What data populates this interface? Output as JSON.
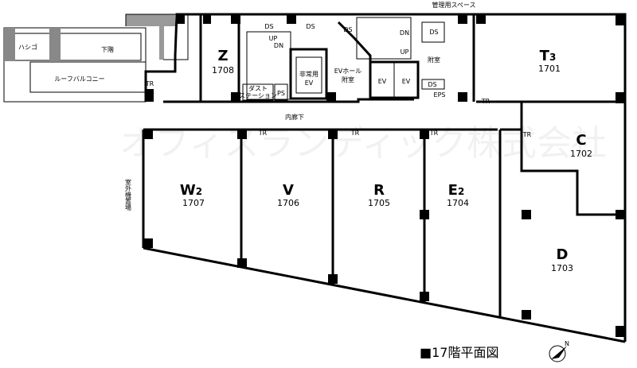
{
  "watermark": "オフィスランディック株式会社",
  "title": "■17階平面図",
  "north_label": "N",
  "rooms": [
    {
      "name": "Z",
      "number": "1708"
    },
    {
      "name": "T",
      "sub": "3",
      "number": "1701"
    },
    {
      "name": "C",
      "number": "1702"
    },
    {
      "name": "D",
      "number": "1703"
    },
    {
      "name": "E",
      "sub": "2",
      "number": "1704"
    },
    {
      "name": "R",
      "number": "1705"
    },
    {
      "name": "V",
      "number": "1706"
    },
    {
      "name": "W",
      "sub": "2",
      "number": "1707"
    }
  ],
  "labels": {
    "ladder": "ハシゴ",
    "lower_floor": "下階",
    "roof_balcony": "ルーフバルコニー",
    "ds": "DS",
    "up": "UP",
    "dn": "DN",
    "emergency_ev_1": "非常用",
    "emergency_ev_2": "EV",
    "ev_hall_1": "EVホール",
    "ev_hall_2": "附室",
    "ev": "EV",
    "annex": "附室",
    "eps": "EPS",
    "ps": "PS",
    "dust_1": "ダスト",
    "dust_2": "ステーション",
    "inner_corridor": "内廊下",
    "tr": "TR",
    "mgmt_space": "管理用スペース",
    "outdoor_unit": "室外機置場"
  }
}
